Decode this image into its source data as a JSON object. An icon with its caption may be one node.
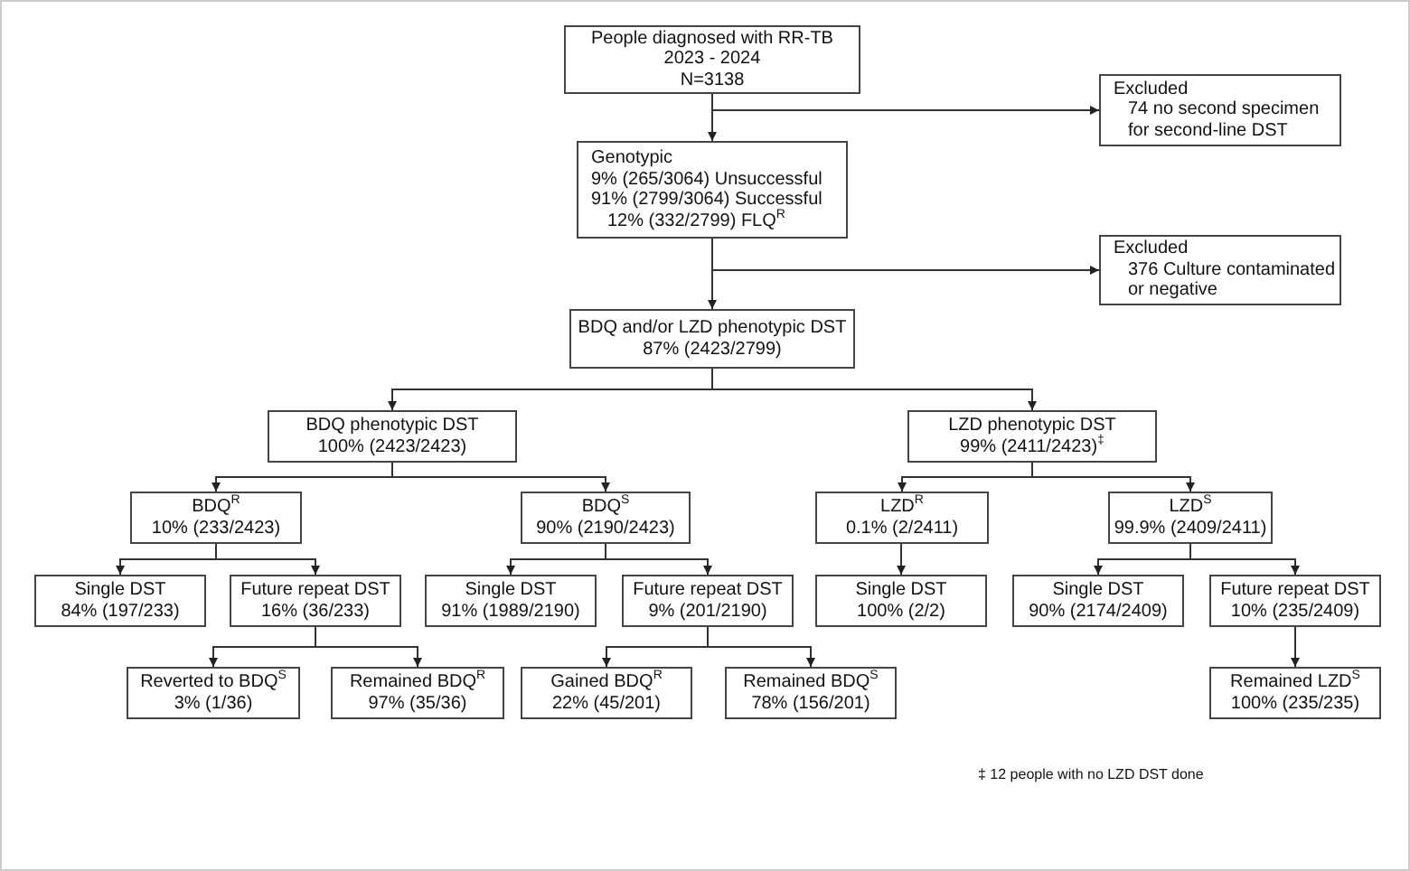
{
  "diagram": {
    "nodes": [
      {
        "text": [
          "People diagnosed with RR-TB",
          "2023 - 2024",
          "N=3138"
        ]
      },
      {
        "text": [
          "Excluded",
          "74 no second specimen for second-line DST"
        ]
      },
      {
        "text": [
          "Genotypic",
          "9% (265/3064) Unsuccessful",
          "91% (2799/3064) Successful",
          "12% (332/2799) FLQ$^{R}$"
        ]
      },
      {
        "text": [
          "Excluded",
          "376 Culture contaminated or negative"
        ]
      },
      {
        "text": [
          "BDQ and/or LZD phenotypic DST",
          "87% (2423/2799)"
        ]
      },
      {
        "text": [
          "BDQ phenotypic DST",
          "100% (2423/2423)"
        ]
      },
      {
        "text": [
          "LZD phenotypic DST",
          "99% (2411/2423)$^{‡}$"
        ]
      },
      {
        "text": [
          "BDQ$^{R}$",
          "10% (233/2423)"
        ]
      },
      {
        "text": [
          "BDQ$^{S}$",
          "90% (2190/2423)"
        ]
      },
      {
        "text": [
          "LZD$^{R}$",
          "0.1% (2/2411)"
        ]
      },
      {
        "text": [
          "LZD$^{S}$",
          "99.9% (2409/2411)"
        ]
      },
      {
        "text": [
          "Single DST",
          "84% (197/233)"
        ]
      },
      {
        "text": [
          "Future repeat DST",
          "16% (36/233)"
        ]
      },
      {
        "text": [
          "Single DST",
          "91% (1989/2190)"
        ]
      },
      {
        "text": [
          "Future repeat DST",
          "9% (201/2190)"
        ]
      },
      {
        "text": [
          "Single DST",
          "100% (2/2)"
        ]
      },
      {
        "text": [
          "Single DST",
          "90% (2174/2409)"
        ]
      },
      {
        "text": [
          "Future repeat DST",
          "10% (235/2409)"
        ]
      },
      {
        "text": [
          "Reverted to BDQ$^{S}$",
          "3% (1/36)"
        ]
      },
      {
        "text": [
          "Remained BDQ$^{R}$",
          "97% (35/36)"
        ]
      },
      {
        "text": [
          "Gained BDQ$^{R}$",
          "22% (45/201)"
        ]
      },
      {
        "text": [
          "Remained BDQ$^{S}$",
          "78% (156/201)"
        ]
      },
      {
        "text": [
          "Remained LZD$^{S}$",
          "100% (235/235)"
        ]
      }
    ],
    "edges": [
      {
        "from": 0,
        "to": 1,
        "arrow": "to"
      },
      {
        "from": 0,
        "to": 2,
        "arrow": "to"
      },
      {
        "from": 2,
        "to": 3,
        "arrow": "to"
      },
      {
        "from": 2,
        "to": 4,
        "arrow": "to"
      },
      {
        "from": 4,
        "to": 5,
        "arrow": "to"
      },
      {
        "from": 4,
        "to": 6,
        "arrow": "to"
      },
      {
        "from": 5,
        "to": 7,
        "arrow": "to"
      },
      {
        "from": 5,
        "to": 8,
        "arrow": "to"
      },
      {
        "from": 6,
        "to": 9,
        "arrow": "to"
      },
      {
        "from": 6,
        "to": 10,
        "arrow": "to"
      },
      {
        "from": 7,
        "to": 11,
        "arrow": "to"
      },
      {
        "from": 7,
        "to": 12,
        "arrow": "to"
      },
      {
        "from": 8,
        "to": 13,
        "arrow": "to"
      },
      {
        "from": 8,
        "to": 14,
        "arrow": "to"
      },
      {
        "from": 9,
        "to": 15,
        "arrow": "to"
      },
      {
        "from": 10,
        "to": 16,
        "arrow": "to"
      },
      {
        "from": 10,
        "to": 17,
        "arrow": "to"
      },
      {
        "from": 12,
        "to": 18,
        "arrow": "to"
      },
      {
        "from": 12,
        "to": 19,
        "arrow": "to"
      },
      {
        "from": 14,
        "to": 20,
        "arrow": "to"
      },
      {
        "from": 14,
        "to": 21,
        "arrow": "to"
      },
      {
        "from": 17,
        "to": 22,
        "arrow": "to"
      }
    ],
    "labels": [
      "‡ 12 people with no LZD DST done"
    ]
  }
}
